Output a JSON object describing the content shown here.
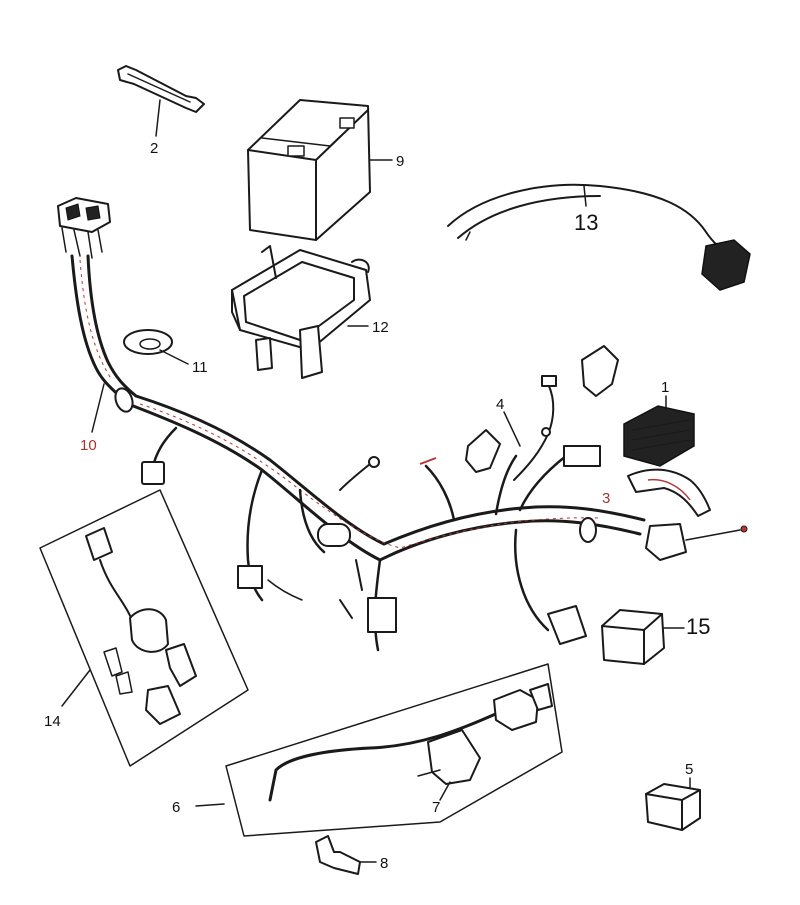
{
  "diagram": {
    "callouts": {
      "c1": "1",
      "c2": "2",
      "c3": "3",
      "c4": "4",
      "c5": "5",
      "c6": "6",
      "c7": "7",
      "c8": "8",
      "c9": "9",
      "c10": "10",
      "c11": "11",
      "c12": "12",
      "c13": "13",
      "c14": "14",
      "c15": "15"
    },
    "colors": {
      "ink": "#1a1a1a",
      "harness_tint": "#b33333"
    }
  }
}
